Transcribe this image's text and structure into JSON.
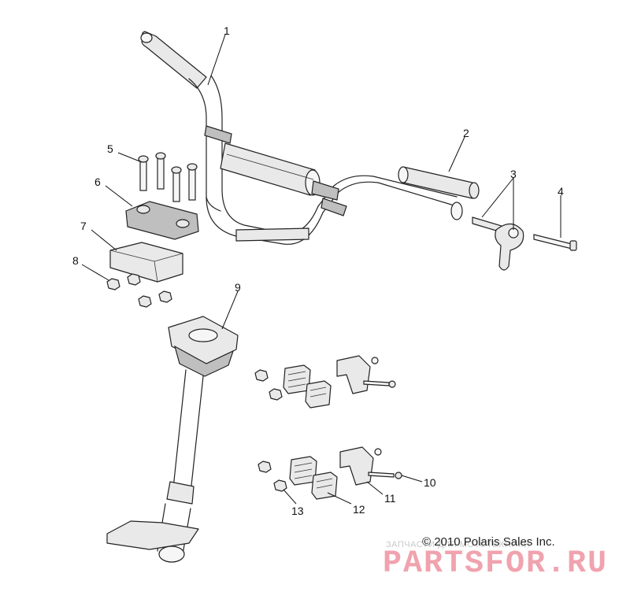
{
  "callouts": [
    {
      "id": "c1",
      "label": "1"
    },
    {
      "id": "c2",
      "label": "2"
    },
    {
      "id": "c3",
      "label": "3"
    },
    {
      "id": "c4",
      "label": "4"
    },
    {
      "id": "c5",
      "label": "5"
    },
    {
      "id": "c6",
      "label": "6"
    },
    {
      "id": "c7",
      "label": "7"
    },
    {
      "id": "c8",
      "label": "8"
    },
    {
      "id": "c9",
      "label": "9"
    },
    {
      "id": "c10",
      "label": "10"
    },
    {
      "id": "c11",
      "label": "11"
    },
    {
      "id": "c12",
      "label": "12"
    },
    {
      "id": "c13",
      "label": "13"
    }
  ],
  "copyright": "© 2010 Polaris Sales Inc.",
  "watermark": {
    "caption": "ЗАПЧАСТИ ДЛЯ МОТОТЕХНИКИ",
    "logo": "PARTSFOR.RU",
    "logo_color": "#f0a3ae"
  }
}
